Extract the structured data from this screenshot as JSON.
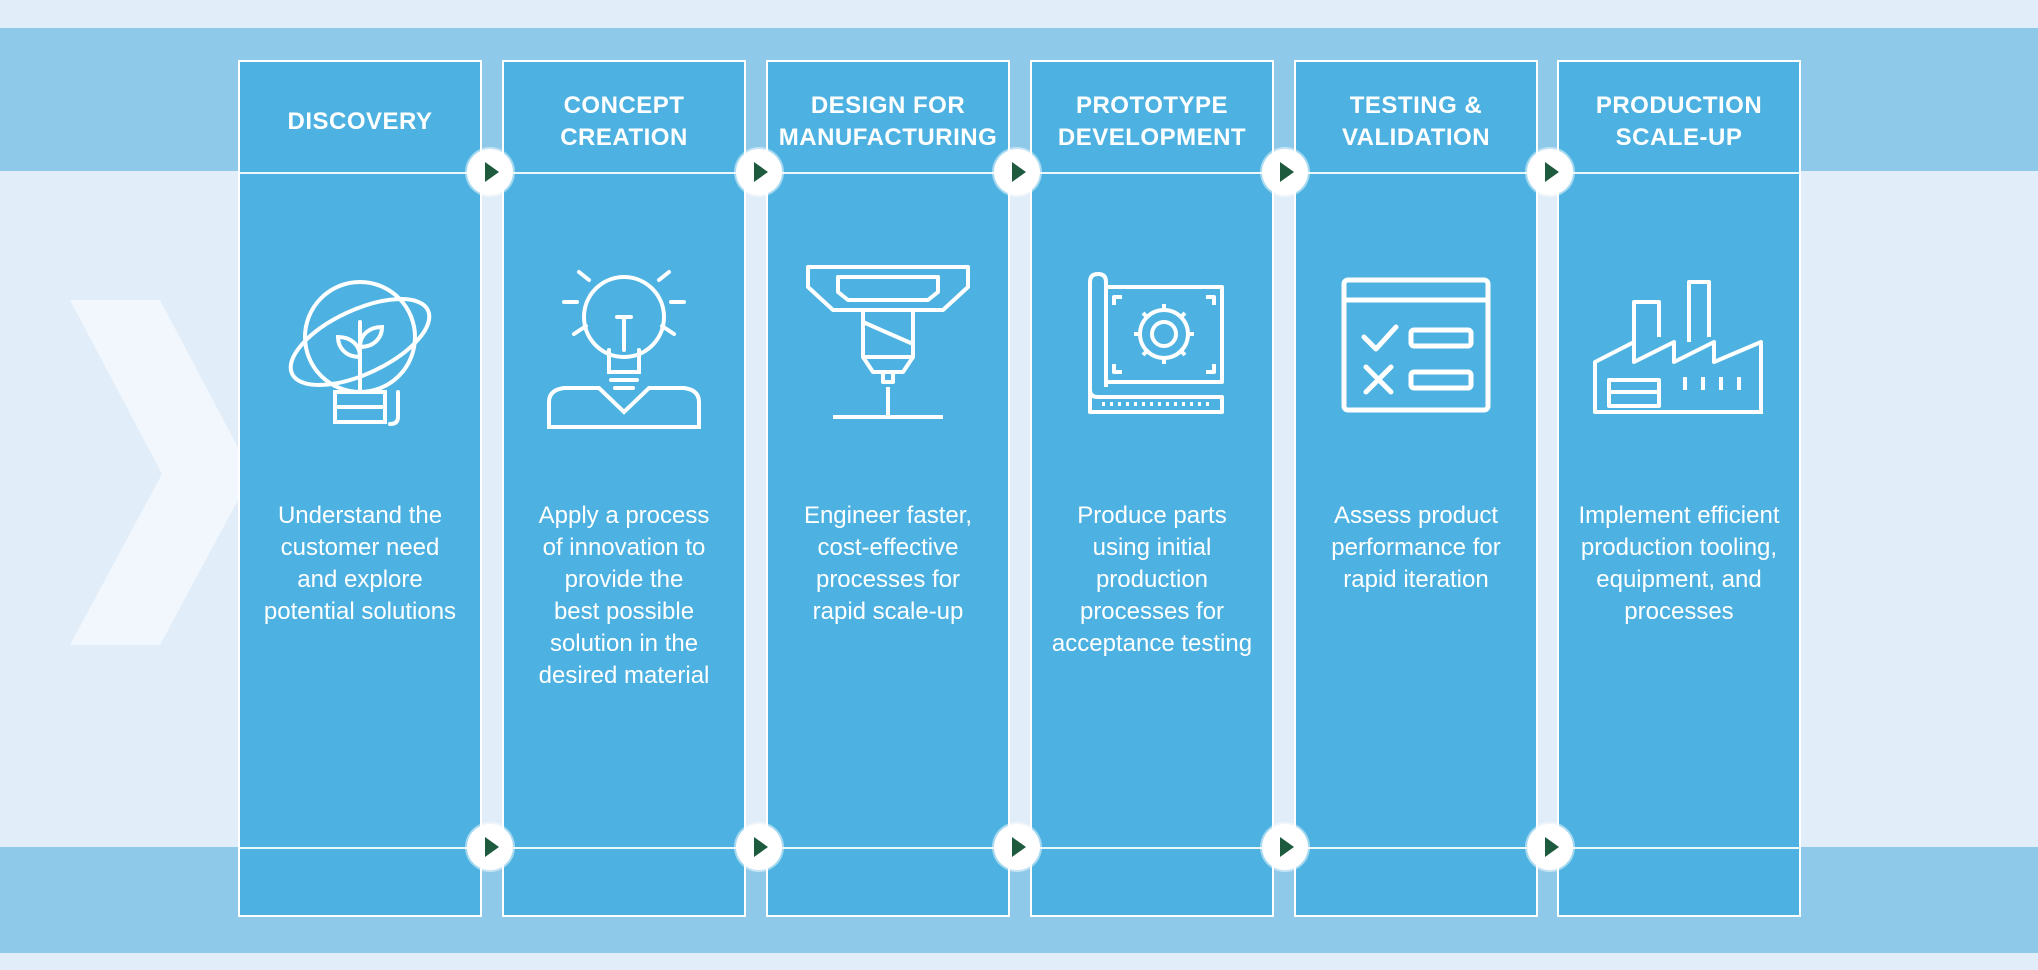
{
  "colors": {
    "background": "#e1edf9",
    "band": "#8fc9ea",
    "column": "#4db2e1",
    "arrow_glyph": "#1d5a3e"
  },
  "stages": [
    {
      "title": "DISCOVERY",
      "icon": "globe-plant-lightbulb-icon",
      "description": "Understand the\ncustomer need\nand explore\npotential solutions"
    },
    {
      "title": "CONCEPT\nCREATION",
      "icon": "lightbulb-person-icon",
      "description": "Apply a process\nof innovation to\nprovide the\nbest possible\nsolution in the\ndesired material"
    },
    {
      "title": "DESIGN FOR\nMANUFACTURING",
      "icon": "cnc-machine-icon",
      "description": "Engineer faster,\ncost-effective\nprocesses for\nrapid scale-up"
    },
    {
      "title": "PROTOTYPE\nDEVELOPMENT",
      "icon": "blueprint-gear-icon",
      "description": "Produce parts\nusing initial\nproduction\nprocesses for\nacceptance testing"
    },
    {
      "title": "TESTING &\nVALIDATION",
      "icon": "checklist-window-icon",
      "description": "Assess product\nperformance for\nrapid iteration"
    },
    {
      "title": "PRODUCTION\nSCALE-UP",
      "icon": "factory-icon",
      "description": "Implement efficient\nproduction tooling,\nequipment, and\nprocesses"
    }
  ]
}
